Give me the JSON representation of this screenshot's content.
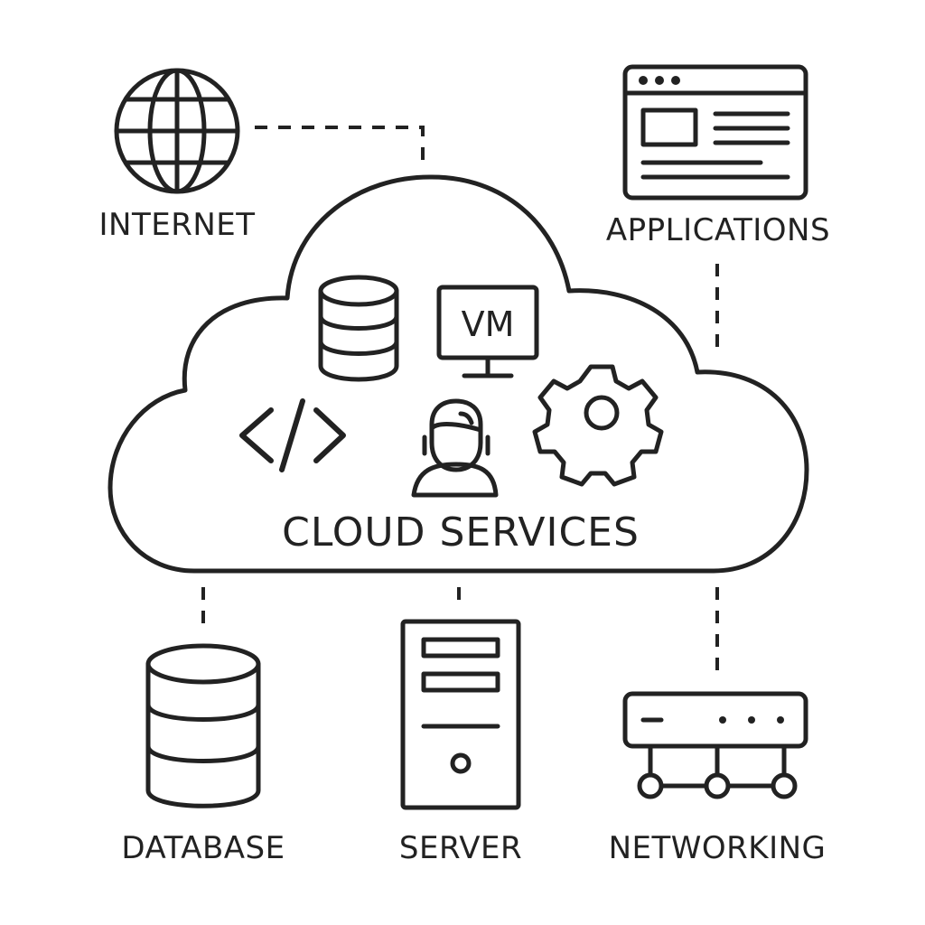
{
  "diagram": {
    "center_title": "CLOUD SERVICES",
    "cloud_icons": {
      "vm_label": "VM"
    },
    "nodes": {
      "internet": "INTERNET",
      "applications": "APPLICATIONS",
      "database": "DATABASE",
      "server": "SERVER",
      "networking": "NETWORKING"
    },
    "icons": [
      "globe-icon",
      "browser-window-icon",
      "database-icon",
      "server-tower-icon",
      "network-switch-icon",
      "cloud-shape",
      "cloud-database-icon",
      "vm-monitor-icon",
      "gear-icon",
      "code-brackets-icon",
      "support-agent-icon"
    ],
    "colors": {
      "line": "#222222",
      "background": "#ffffff"
    }
  }
}
